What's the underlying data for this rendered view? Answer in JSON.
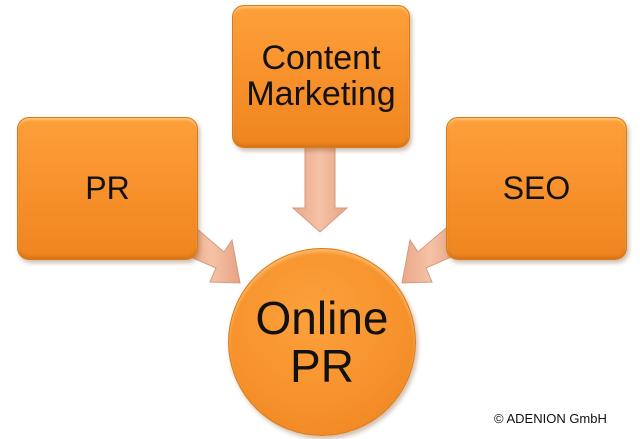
{
  "diagram": {
    "type": "convergence",
    "nodes": [
      {
        "id": "content_marketing",
        "lines": [
          "Content",
          "Marketing"
        ]
      },
      {
        "id": "pr",
        "lines": [
          "PR"
        ]
      },
      {
        "id": "seo",
        "lines": [
          "SEO"
        ]
      },
      {
        "id": "online_pr",
        "lines": [
          "Online",
          "PR"
        ]
      }
    ],
    "edges": [
      {
        "from": "content_marketing",
        "to": "online_pr"
      },
      {
        "from": "pr",
        "to": "online_pr"
      },
      {
        "from": "seo",
        "to": "online_pr"
      }
    ]
  },
  "colors": {
    "node_fill": "#f7922c",
    "node_border": "#d87a1c",
    "arrow_fill": "#f0b493",
    "text": "#111111"
  },
  "footer": {
    "copyright": "© ADENION GmbH"
  }
}
